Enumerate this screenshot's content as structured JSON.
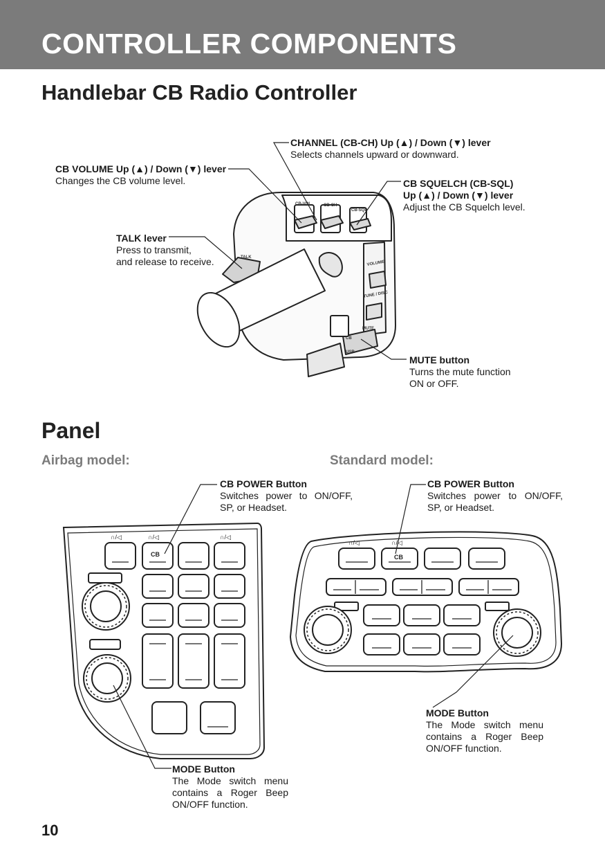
{
  "header": {
    "title": "CONTROLLER COMPONENTS"
  },
  "section1": {
    "title": "Handlebar CB Radio Controller",
    "callouts": {
      "channel": {
        "title": "CHANNEL (CB-CH) Up (▲) / Down (▼) lever",
        "lines": [
          "Selects channels upward or downward."
        ]
      },
      "volume": {
        "title": "CB VOLUME Up (▲) / Down (▼) lever",
        "lines": [
          "Changes the CB volume level."
        ]
      },
      "squelch": {
        "title_lines": [
          "CB SQUELCH (CB-SQL)",
          "Up (▲) / Down (▼) lever"
        ],
        "lines": [
          "Adjust the CB Squelch level."
        ]
      },
      "talk": {
        "title": "TALK lever",
        "lines": [
          "Press to transmit,",
          "and release to receive."
        ]
      },
      "mute": {
        "title": "MUTE button",
        "lines": [
          "Turns the mute function",
          "ON or OFF."
        ]
      }
    },
    "device_labels": {
      "cb_vol": "CB-VOL",
      "cb_ch": "CB-CH",
      "cb_sql": "CB-SQL",
      "talk": "TALK",
      "volume": "VOLUME",
      "tune_disc": "TUNE / DISC",
      "mute": "MUTE",
      "cb": "CB",
      "usr": "USR"
    }
  },
  "section2": {
    "title": "Panel",
    "airbag_heading": "Airbag model:",
    "standard_heading": "Standard model:",
    "airbag": {
      "power": {
        "title": "CB POWER Button",
        "lines": [
          "Switches power to ON/OFF,",
          "SP, or Headset."
        ]
      },
      "mode": {
        "title": "MODE Button",
        "lines": [
          "The Mode switch menu",
          "contains a Roger Beep",
          "ON/OFF function."
        ]
      },
      "cb_label": "CB",
      "icon_label": "∩/◁"
    },
    "standard": {
      "power": {
        "title": "CB POWER Button",
        "lines": [
          "Switches power to ON/OFF,",
          "SP, or Headset."
        ]
      },
      "mode": {
        "title": "MODE Button",
        "lines": [
          "The Mode switch menu",
          "contains a Roger Beep",
          "ON/OFF function."
        ]
      },
      "cb_label": "CB",
      "icon_label": "∩/◁"
    }
  },
  "footer": {
    "page_number": "10"
  }
}
